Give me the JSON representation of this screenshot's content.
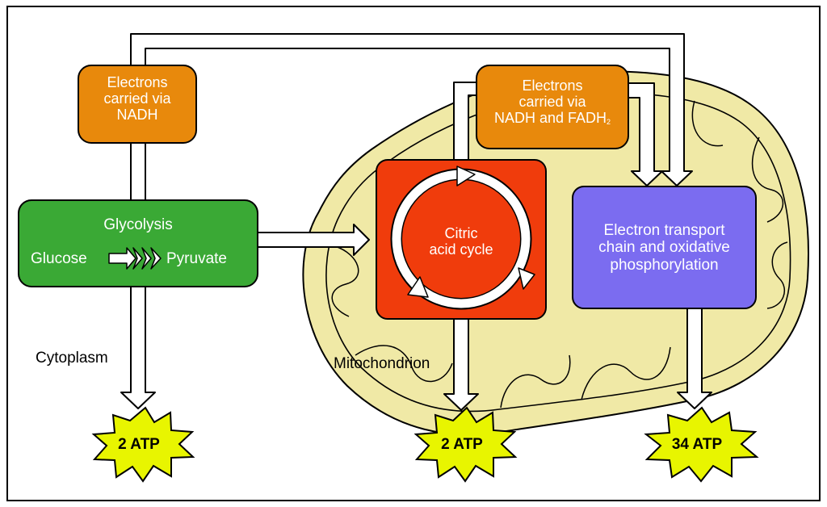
{
  "nadh_box": {
    "line1": "Electrons",
    "line2": "carried via",
    "line3": "NADH"
  },
  "fadh_box": {
    "line1": "Electrons",
    "line2": "carried via",
    "line3_pre": "NADH and FADH",
    "line3_sub": "2"
  },
  "glycolysis": {
    "title": "Glycolysis",
    "from": "Glucose",
    "to": "Pyruvate"
  },
  "citric": {
    "line1": "Citric",
    "line2": "acid cycle"
  },
  "etc": {
    "line1": "Electron transport",
    "line2": "chain and oxidative",
    "line3": "phosphorylation"
  },
  "regions": {
    "cytoplasm": "Cytoplasm",
    "mitochondrion": "Mitochondrion"
  },
  "atp": {
    "glycolysis": "2 ATP",
    "citric": "2 ATP",
    "etc": "34 ATP"
  },
  "colors": {
    "orange": "#e8890c",
    "green": "#3aa935",
    "red": "#f03c0c",
    "purple": "#7b6cf0",
    "mito": "#f0e9a6",
    "burst": "#e8f500"
  }
}
